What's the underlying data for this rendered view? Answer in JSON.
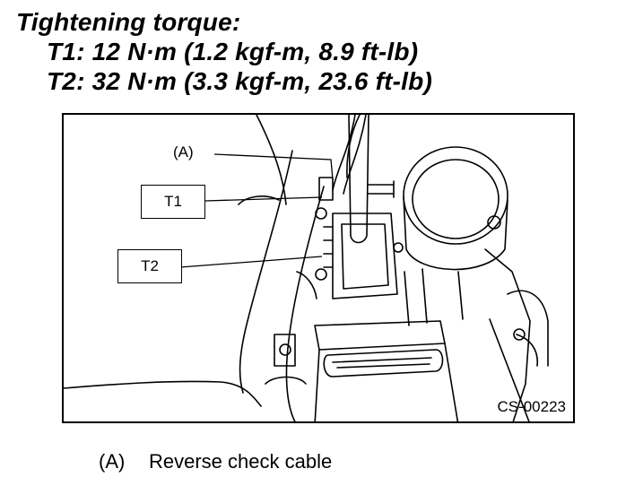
{
  "heading": {
    "title": "Tightening torque:",
    "specs": [
      "T1: 12 N·m (1.2 kgf-m, 8.9 ft-lb)",
      "T2: 32 N·m (3.3 kgf-m, 23.6 ft-lb)"
    ]
  },
  "figure": {
    "callouts": {
      "a": "(A)",
      "t1": "T1",
      "t2": "T2"
    },
    "code": "CS-00223"
  },
  "caption": {
    "ref": "(A)",
    "text": "Reverse check cable"
  }
}
